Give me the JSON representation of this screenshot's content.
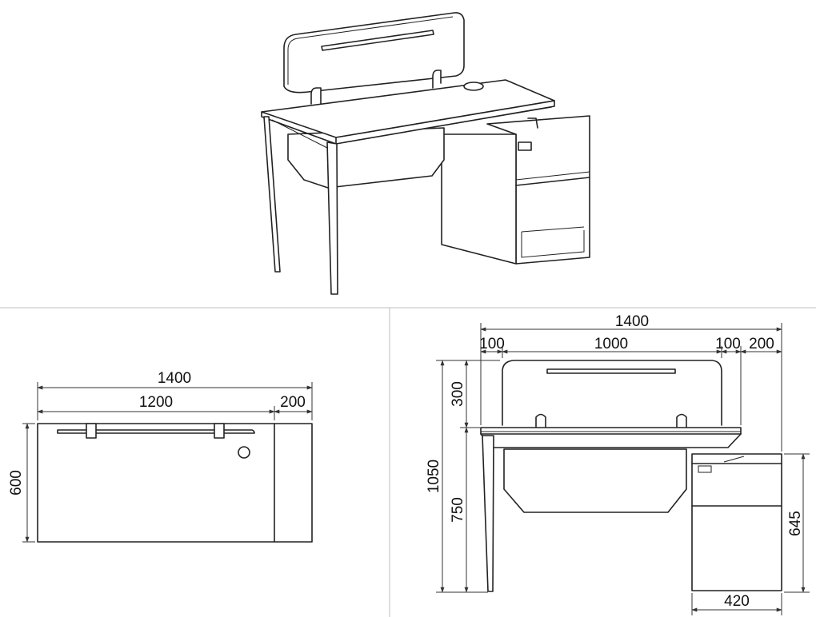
{
  "top_view": {
    "width_total": "1400",
    "width_desk": "1200",
    "width_cabinet": "200",
    "depth": "600"
  },
  "front_view": {
    "width_total": "1400",
    "screen_offset_left": "100",
    "screen_width": "1000",
    "screen_offset_right": "100",
    "cabinet_overhang": "200",
    "screen_height": "300",
    "total_height": "1050",
    "desk_height": "750",
    "cabinet_height": "645",
    "cabinet_width": "420"
  },
  "colors": {
    "line": "#222222",
    "separator": "#bdbdbd",
    "background": "#ffffff"
  }
}
